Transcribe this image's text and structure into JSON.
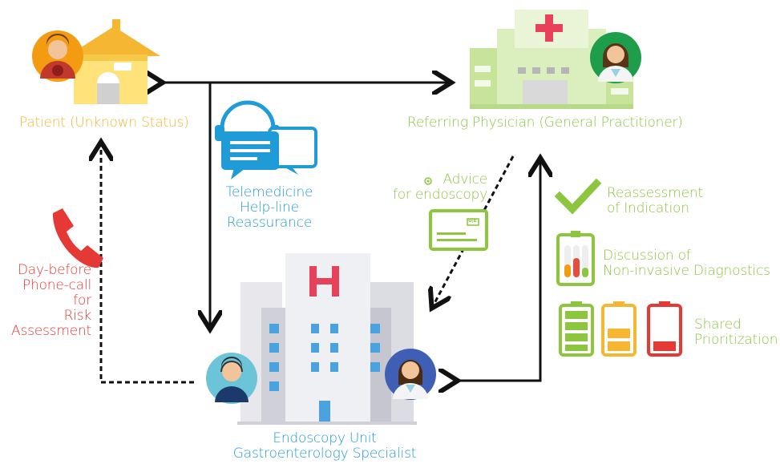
{
  "nodes": {
    "patient": "Patient (Unknown Status)",
    "referring": "Referring Physician (General Practitioner)",
    "endoscopy_line1": "Endoscopy Unit",
    "endoscopy_line2": "Gastroenterology Specialist"
  },
  "telemedicine": {
    "line1": "Telemedicine",
    "line2": "Help-line",
    "line3": "Reassurance"
  },
  "advice": {
    "line1": "Advice",
    "line2": "for endoscopy",
    "card_badge": "U|E"
  },
  "phone_call": {
    "line1": "Day-before",
    "line2": "Phone-call",
    "line3": "for",
    "line4": "Risk",
    "line5": "Assessment"
  },
  "actions": {
    "reassessment_line1": "Reassessment",
    "reassessment_line2": "of Indication",
    "discussion_line1": "Discussion of",
    "discussion_line2": "Non-invasive Diagnostics",
    "shared_line1": "Shared",
    "shared_line2": "Prioritization"
  },
  "colors": {
    "patient": "#f5b731",
    "referring": "#8cc63f",
    "telemedicine": "#1f9bd7",
    "phone": "#e53935",
    "hospital_logo": "#e8425a"
  },
  "icons": [
    "home-icon",
    "patient-avatar-icon",
    "clinic-icon",
    "physician-avatar-icon",
    "chat-bubbles-icon",
    "telephone-icon",
    "referral-card-icon",
    "checkmark-icon",
    "test-tubes-icon",
    "battery-full-icon",
    "battery-half-icon",
    "battery-low-icon",
    "hospital-icon",
    "operator-avatar-icon",
    "specialist-avatar-icon"
  ]
}
